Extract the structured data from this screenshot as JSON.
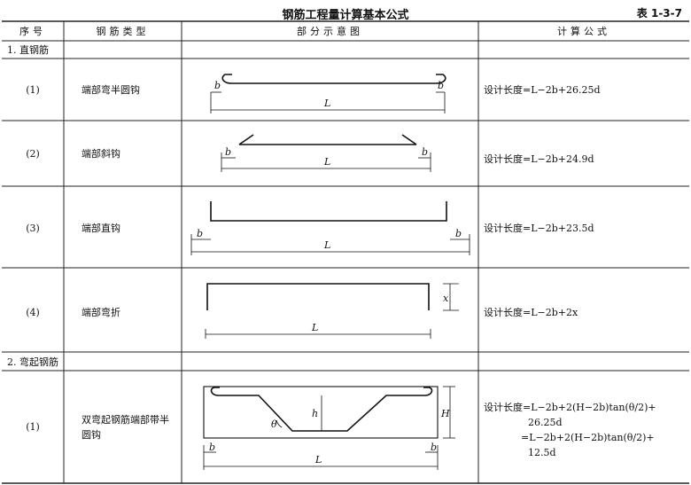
{
  "title": "钢筋工程量计算基本公式",
  "table_number": "表 1-3-7",
  "headers": {
    "no": "序号",
    "type": "钢筋类型",
    "diagram": "部分示意图",
    "formula": "计算公式"
  },
  "sections": [
    {
      "heading": "1. 直钢筋",
      "rows": [
        {
          "no": "(1)",
          "type": "端部弯半圆钩",
          "formula": "设计长度=L−2b+26.25d"
        },
        {
          "no": "(2)",
          "type": "端部斜钩",
          "formula": "设计长度=L−2b+24.9d"
        },
        {
          "no": "(3)",
          "type": "端部直钩",
          "formula": "设计长度=L−2b+23.5d"
        },
        {
          "no": "(4)",
          "type": "端部弯折",
          "formula": "设计长度=L−2b+2x"
        }
      ]
    },
    {
      "heading": "2. 弯起钢筋",
      "rows": [
        {
          "no": "(1)",
          "type_line1": "双弯起钢筋端部带半",
          "type_line2": "圆钩",
          "formula_line1": "设计长度=L−2b+2(H−2b)tan(θ/2)+",
          "formula_line2": "26.25d",
          "formula_line3": "=L−2b+2(H−2b)tan(θ/2)+",
          "formula_line4": "12.5d"
        }
      ]
    }
  ],
  "diagram_labels": {
    "b": "b",
    "L": "L",
    "x": "x",
    "h": "h",
    "H": "H",
    "theta": "θ"
  }
}
